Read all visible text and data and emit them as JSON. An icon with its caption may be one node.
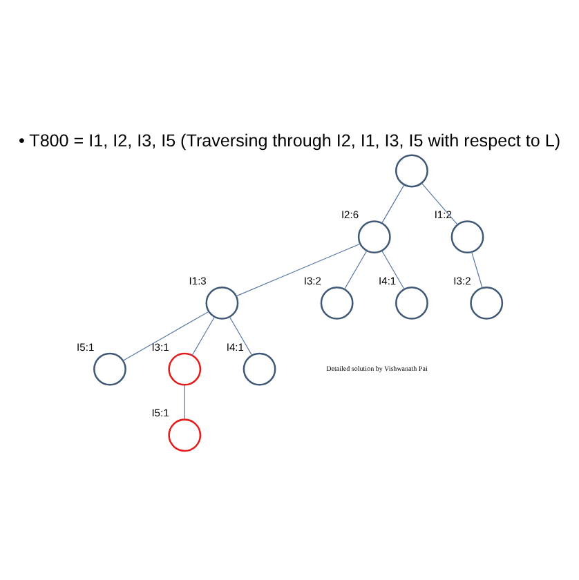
{
  "diagram": {
    "title": "• T800 = I1, I2, I3, I5 (Traversing through I2, I1, I3, I5 with respect to L)",
    "nodes": [
      {
        "text": [],
        "shape": "circle"
      },
      {
        "text": [],
        "shape": "circle",
        "beside": [
          "I2:6"
        ]
      },
      {
        "text": [],
        "shape": "circle",
        "beside": [
          "I1:2"
        ]
      },
      {
        "text": [],
        "shape": "circle",
        "beside": [
          "I1:3"
        ]
      },
      {
        "text": [],
        "shape": "circle",
        "beside": [
          "I3:2"
        ]
      },
      {
        "text": [],
        "shape": "circle",
        "beside": [
          "I4:1"
        ]
      },
      {
        "text": [],
        "shape": "circle",
        "beside": [
          "I3:2"
        ]
      },
      {
        "text": [],
        "shape": "circle",
        "beside": [
          "I5:1"
        ]
      },
      {
        "text": [],
        "shape": "circle",
        "beside": [
          "I3:1"
        ]
      },
      {
        "text": [],
        "shape": "circle",
        "beside": [
          "I4:1"
        ]
      },
      {
        "text": [],
        "shape": "circle",
        "beside": [
          "I5:1"
        ]
      }
    ],
    "edges": [
      {
        "from": 0,
        "to": 1,
        "arrow": "none"
      },
      {
        "from": 0,
        "to": 2,
        "arrow": "none"
      },
      {
        "from": 1,
        "to": 3,
        "arrow": "none"
      },
      {
        "from": 1,
        "to": 4,
        "arrow": "none"
      },
      {
        "from": 1,
        "to": 5,
        "arrow": "none"
      },
      {
        "from": 2,
        "to": 6,
        "arrow": "none"
      },
      {
        "from": 3,
        "to": 7,
        "arrow": "none"
      },
      {
        "from": 3,
        "to": 8,
        "arrow": "none"
      },
      {
        "from": 3,
        "to": 9,
        "arrow": "none"
      },
      {
        "from": 8,
        "to": 10,
        "arrow": "none"
      }
    ],
    "labels": [
      "Detailed solution by Vishwanath Pai"
    ]
  }
}
